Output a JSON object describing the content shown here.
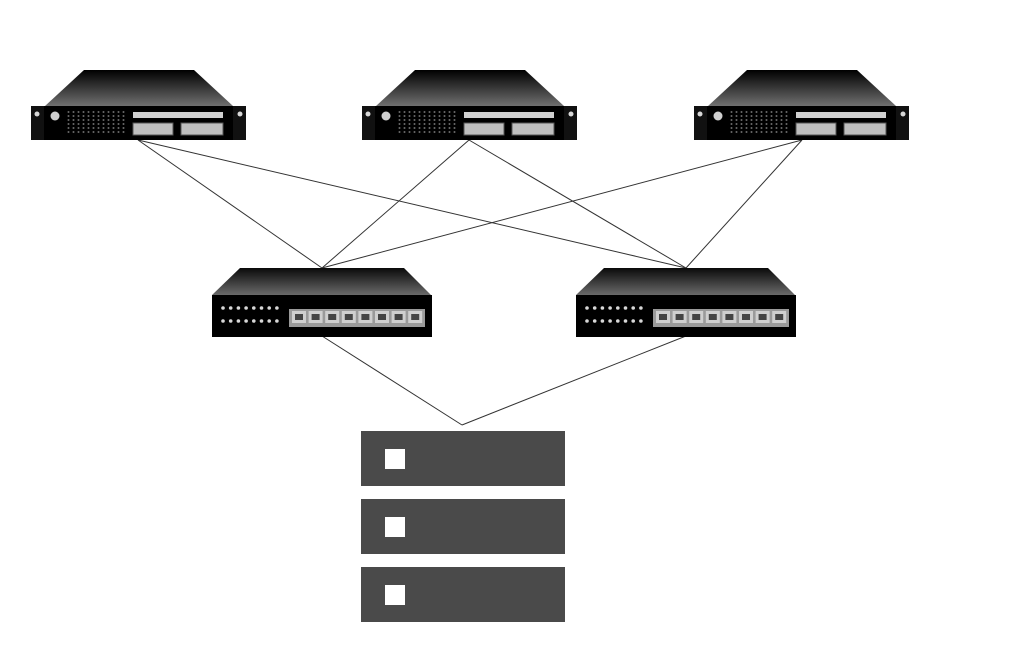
{
  "diagram": {
    "type": "network-topology",
    "colors": {
      "background": "#ffffff",
      "device_body": "#000000",
      "device_top_light": "#707070",
      "link": "#333333",
      "storage_block": "#4a4a4a",
      "storage_indicator": "#ffffff",
      "port": "#cfcfcf"
    },
    "nodes": {
      "servers": [
        {
          "id": "server-1",
          "icon": "rack-server-icon"
        },
        {
          "id": "server-2",
          "icon": "rack-server-icon"
        },
        {
          "id": "server-3",
          "icon": "rack-server-icon"
        }
      ],
      "switches": [
        {
          "id": "switch-1",
          "icon": "network-switch-icon",
          "ports": 8
        },
        {
          "id": "switch-2",
          "icon": "network-switch-icon",
          "ports": 8
        }
      ],
      "storage": {
        "id": "storage-array",
        "icon": "storage-array-icon",
        "units": 3
      }
    },
    "links": [
      [
        "server-1",
        "switch-1"
      ],
      [
        "server-1",
        "switch-2"
      ],
      [
        "server-2",
        "switch-1"
      ],
      [
        "server-2",
        "switch-2"
      ],
      [
        "server-3",
        "switch-1"
      ],
      [
        "server-3",
        "switch-2"
      ],
      [
        "switch-1",
        "storage-array"
      ],
      [
        "switch-2",
        "storage-array"
      ]
    ]
  }
}
